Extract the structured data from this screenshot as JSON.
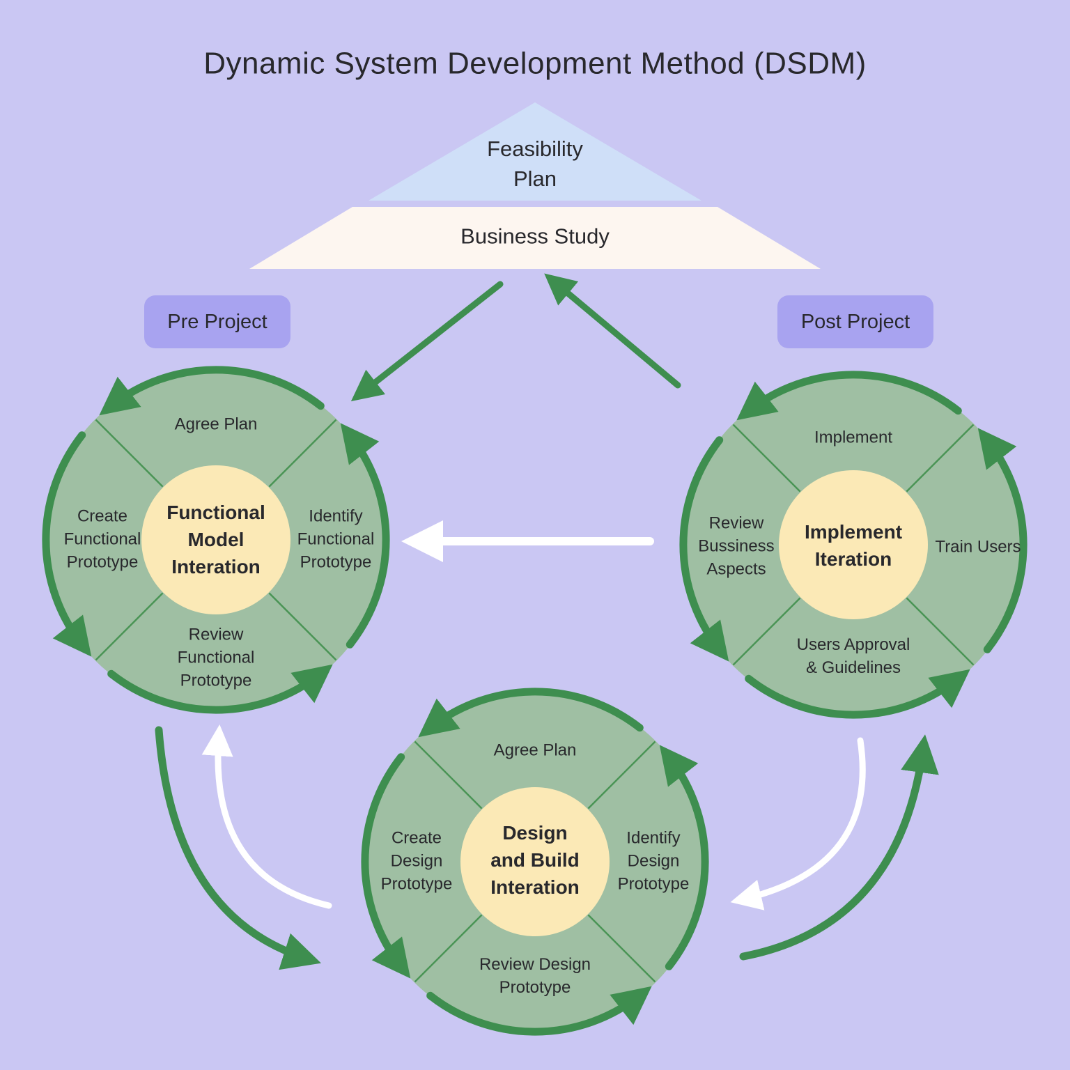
{
  "title": "Dynamic System Development Method (DSDM)",
  "pyramid": {
    "top_label": "Feasibility Plan",
    "bottom_label": "Business Study"
  },
  "badges": {
    "pre": "Pre Project",
    "post": "Post Project"
  },
  "cycles": [
    {
      "name": "Functional Model Interation",
      "center_lines": [
        "Functional",
        "Model",
        "Interation"
      ],
      "labels": {
        "top": "Agree Plan",
        "right": "Identify Functional Prototype",
        "bottom": "Review Functional Prototype",
        "left": "Create Functional Prototype"
      }
    },
    {
      "name": "Implement Iteration",
      "center_lines": [
        "Implement",
        "Iteration"
      ],
      "labels": {
        "top": "Implement",
        "right": "Train Users",
        "bottom": "Users Approval & Guidelines",
        "left": "Review Bussiness Aspects"
      }
    },
    {
      "name": "Design and Build Interation",
      "center_lines": [
        "Design",
        "and Build",
        "Interation"
      ],
      "labels": {
        "top": "Agree Plan",
        "right": "Identify Design Prototype",
        "bottom": "Review Design Prototype",
        "left": "Create Design Prototype"
      }
    }
  ],
  "colors": {
    "bg": "#cac7f3",
    "ink": "#28282c",
    "badge": "#a8a3f0",
    "tri": "#cfdff8",
    "trap": "#fdf6f0",
    "circle": "#9fbfa3",
    "arc": "#3e8e4f",
    "divider": "#4a9455",
    "yellow": "#fbe9b6",
    "white-arrow": "#ffffff"
  }
}
